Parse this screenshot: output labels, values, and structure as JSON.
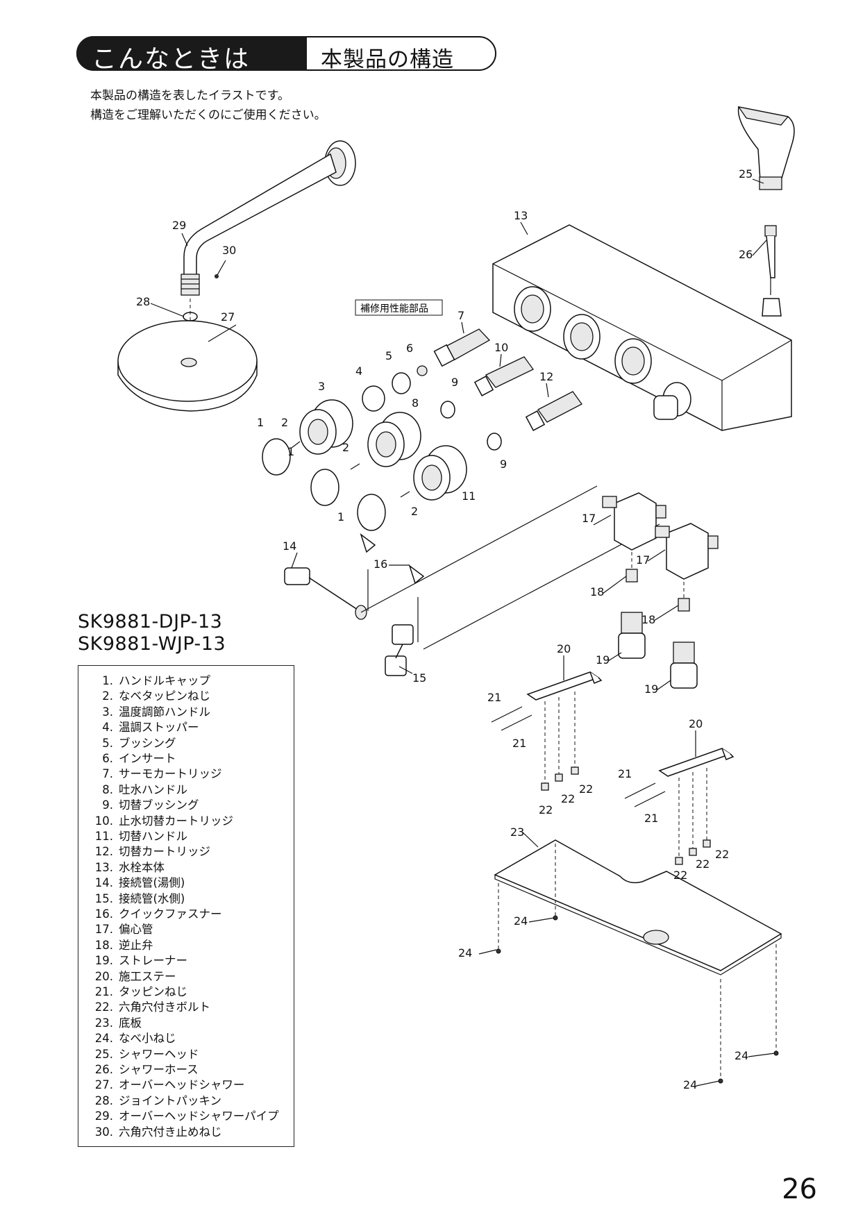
{
  "header": {
    "category": "こんなときは",
    "title": "本製品の構造"
  },
  "intro": [
    "本製品の構造を表したイラストです。",
    "構造をご理解いただくのにご使用ください。"
  ],
  "models": [
    "SK9881-DJP-13",
    "SK9881-WJP-13"
  ],
  "performance_label": "補修用性能部品",
  "parts": [
    {
      "no": "1.",
      "name": "ハンドルキャップ"
    },
    {
      "no": "2.",
      "name": "なベタッピンねじ"
    },
    {
      "no": "3.",
      "name": "温度調節ハンドル"
    },
    {
      "no": "4.",
      "name": "温調ストッパー"
    },
    {
      "no": "5.",
      "name": "ブッシング"
    },
    {
      "no": "6.",
      "name": "インサート"
    },
    {
      "no": "7.",
      "name": "サーモカートリッジ"
    },
    {
      "no": "8.",
      "name": "吐水ハンドル"
    },
    {
      "no": "9.",
      "name": "切替ブッシング"
    },
    {
      "no": "10.",
      "name": "止水切替カートリッジ"
    },
    {
      "no": "11.",
      "name": "切替ハンドル"
    },
    {
      "no": "12.",
      "name": "切替カートリッジ"
    },
    {
      "no": "13.",
      "name": "水栓本体"
    },
    {
      "no": "14.",
      "name": "接続管(湯側)"
    },
    {
      "no": "15.",
      "name": "接続管(水側)"
    },
    {
      "no": "16.",
      "name": "クイックファスナー"
    },
    {
      "no": "17.",
      "name": "偏心管"
    },
    {
      "no": "18.",
      "name": "逆止弁"
    },
    {
      "no": "19.",
      "name": "ストレーナー"
    },
    {
      "no": "20.",
      "name": "施工ステー"
    },
    {
      "no": "21.",
      "name": "タッピンねじ"
    },
    {
      "no": "22.",
      "name": "六角穴付きボルト"
    },
    {
      "no": "23.",
      "name": "底板"
    },
    {
      "no": "24.",
      "name": "なべ小ねじ"
    },
    {
      "no": "25.",
      "name": "シャワーヘッド"
    },
    {
      "no": "26.",
      "name": "シャワーホース"
    },
    {
      "no": "27.",
      "name": "オーバーヘッドシャワー"
    },
    {
      "no": "28.",
      "name": "ジョイントパッキン"
    },
    {
      "no": "29.",
      "name": "オーバーヘッドシャワーパイプ"
    },
    {
      "no": "30.",
      "name": "六角穴付き止めねじ"
    }
  ],
  "callouts": [
    "1",
    "2",
    "3",
    "4",
    "5",
    "6",
    "7",
    "8",
    "9",
    "10",
    "11",
    "12",
    "13",
    "14",
    "15",
    "16",
    "17",
    "18",
    "19",
    "20",
    "21",
    "22",
    "23",
    "24",
    "25",
    "26",
    "27",
    "28",
    "29",
    "30"
  ],
  "page_number": "26"
}
